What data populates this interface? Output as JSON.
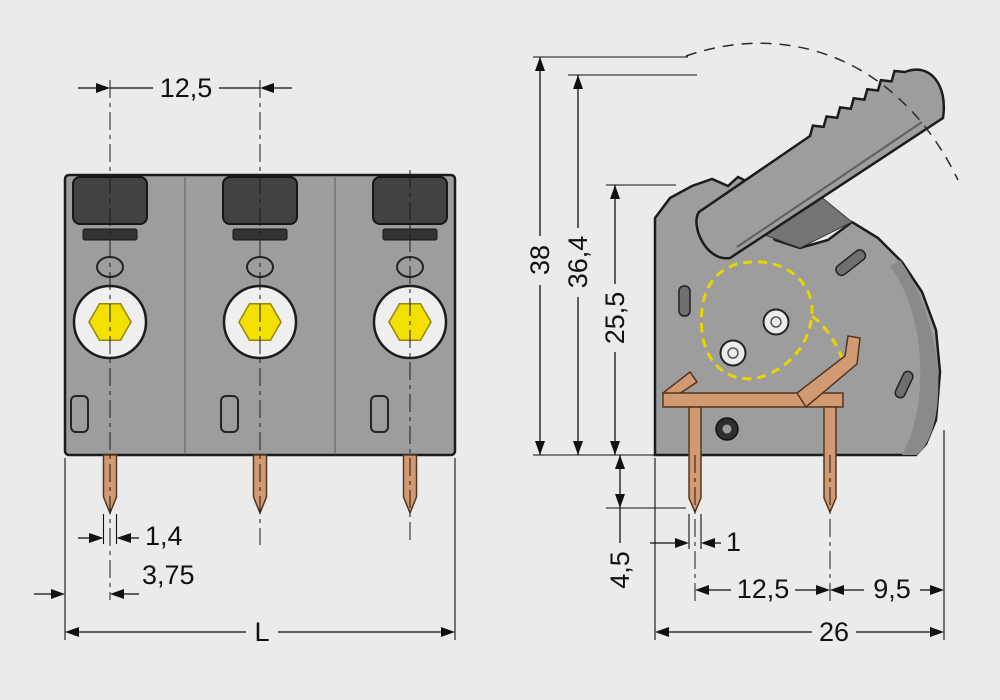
{
  "drawing": {
    "type": "technical-dimension-drawing",
    "subject": "PCB terminal block, front view (3-pole) and side section view",
    "colors": {
      "background": "#ebebeb",
      "body_gray": "#9d9d9d",
      "button_dark": "#424242",
      "accent_yellow": "#f3df00",
      "copper": "#d19a72",
      "line": "#111111"
    },
    "front_view": {
      "dim_pitch_top": "12,5",
      "dim_pin_width": "1,4",
      "dim_edge_to_center": "3,75",
      "dim_total_length": "L"
    },
    "side_view": {
      "dim_height_total": "38",
      "dim_height_lever": "36,4",
      "dim_height_body": "25,5",
      "dim_pin_length": "4,5",
      "dim_pin_width": "1",
      "dim_pin_pitch": "12,5",
      "dim_rear_depth": "9,5",
      "dim_total_depth": "26"
    }
  }
}
